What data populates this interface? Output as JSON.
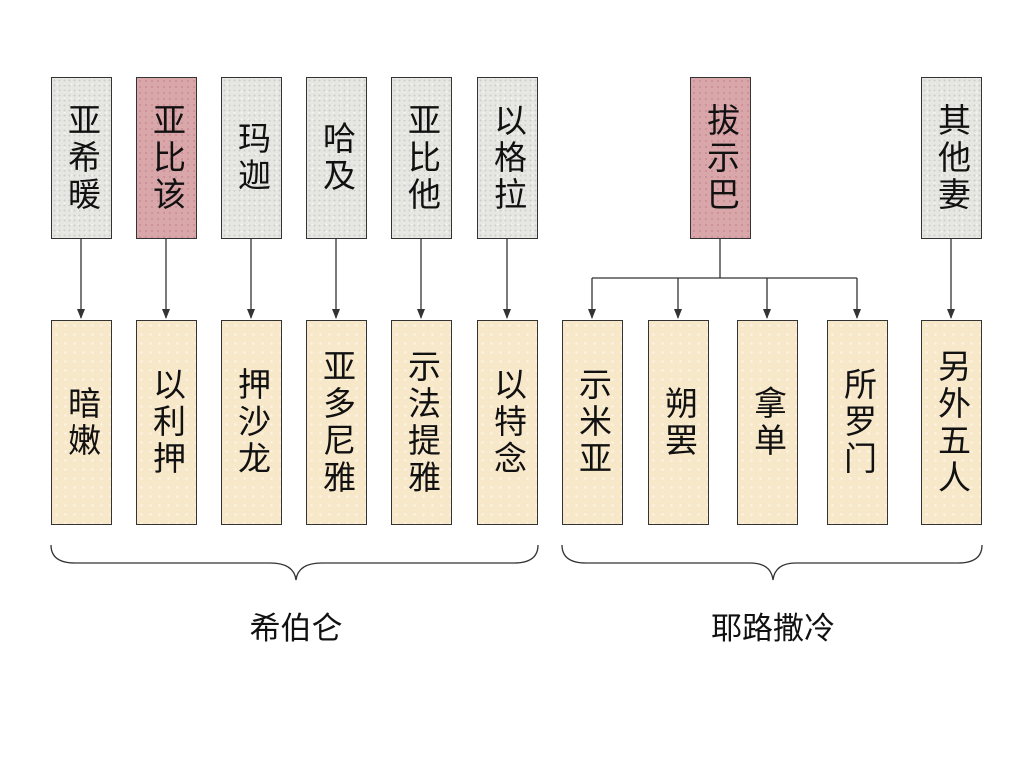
{
  "mothers": [
    {
      "id": "m1",
      "name": "亚希暖",
      "color": "grey"
    },
    {
      "id": "m2",
      "name": "亚比该",
      "color": "pink"
    },
    {
      "id": "m3",
      "name": "玛迦",
      "color": "grey"
    },
    {
      "id": "m4",
      "name": "哈及",
      "color": "grey"
    },
    {
      "id": "m5",
      "name": "亚比他",
      "color": "grey"
    },
    {
      "id": "m6",
      "name": "以格拉",
      "color": "grey"
    },
    {
      "id": "m7",
      "name": "拔示巴",
      "color": "pink"
    },
    {
      "id": "m8",
      "name": "其他妻",
      "color": "grey"
    }
  ],
  "children": [
    {
      "id": "c1",
      "name": "暗嫩"
    },
    {
      "id": "c2",
      "name": "以利押"
    },
    {
      "id": "c3",
      "name": "押沙龙"
    },
    {
      "id": "c4",
      "name": "亚多尼雅"
    },
    {
      "id": "c5",
      "name": "示法提雅"
    },
    {
      "id": "c6",
      "name": "以特念"
    },
    {
      "id": "c7",
      "name": "示米亚"
    },
    {
      "id": "c8",
      "name": "朔罢"
    },
    {
      "id": "c9",
      "name": "拿单"
    },
    {
      "id": "c10",
      "name": "所罗门"
    },
    {
      "id": "c11",
      "name": "另外五人"
    }
  ],
  "relations": [
    {
      "from": "m1",
      "to": [
        "c1"
      ]
    },
    {
      "from": "m2",
      "to": [
        "c2"
      ]
    },
    {
      "from": "m3",
      "to": [
        "c3"
      ]
    },
    {
      "from": "m4",
      "to": [
        "c4"
      ]
    },
    {
      "from": "m5",
      "to": [
        "c5"
      ]
    },
    {
      "from": "m6",
      "to": [
        "c6"
      ]
    },
    {
      "from": "m7",
      "to": [
        "c7",
        "c8",
        "c9",
        "c10"
      ]
    },
    {
      "from": "m8",
      "to": [
        "c11"
      ]
    }
  ],
  "groups": {
    "hebron": {
      "label": "希伯仑"
    },
    "jerusalem": {
      "label": "耶路撒冷"
    }
  },
  "colors": {
    "grey": "#e6e6e2",
    "pink": "#d9a6aa",
    "cream": "#f8e8ca",
    "line": "#333333"
  }
}
